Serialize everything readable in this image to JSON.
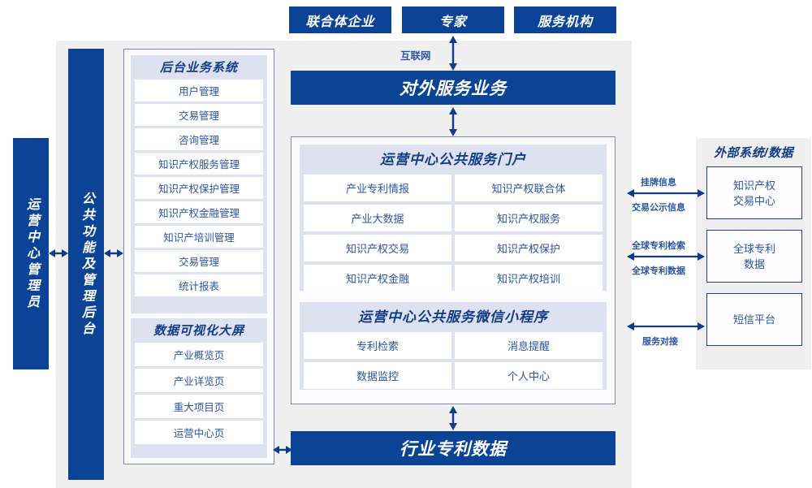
{
  "top_actors": [
    {
      "label": "联合体企业"
    },
    {
      "label": "专家"
    },
    {
      "label": "服务机构"
    }
  ],
  "connections": {
    "internet": "互联网",
    "external": [
      {
        "above": "挂牌信息",
        "below": "交易公示信息"
      },
      {
        "above": "全球专利检索",
        "below": "全球专利数据"
      },
      {
        "above": "",
        "below": "服务对接"
      }
    ]
  },
  "left_columns": [
    {
      "label": "运营中心管理员"
    },
    {
      "label": "公共功能及管理后台"
    }
  ],
  "modules": [
    {
      "title": "后台业务系统",
      "items": [
        "用户管理",
        "交易管理",
        "咨询管理",
        "知识产权服务管理",
        "知识产权保护管理",
        "知识产权金融管理",
        "知识产培训管理",
        "交易管理",
        "统计报表"
      ]
    },
    {
      "title": "数据可视化大屏",
      "items": [
        "产业概览页",
        "产业详览页",
        "重大项目页",
        "运营中心页"
      ]
    }
  ],
  "service_bar": "对外服务业务",
  "center_groups": [
    {
      "title": "运营中心公共服务门户",
      "items": [
        "产业专利情报",
        "知识产权联合体",
        "产业大数据",
        "知识产权服务",
        "知识产权交易",
        "知识产权保护",
        "知识产权金融",
        "知识产权培训"
      ]
    },
    {
      "title": "运营中心公共服务微信小程序",
      "items": [
        "专利检索",
        "消息提醒",
        "数据监控",
        "个人中心"
      ]
    }
  ],
  "bottom_bar": "行业专利数据",
  "external_panel": {
    "title": "外部系统/数据",
    "boxes": [
      "知识产权\n交易中心",
      "全球专利\n数据",
      "短信平台"
    ]
  },
  "colors": {
    "navy": "#0b4496",
    "panel_grey": "#efefef",
    "lavender": "#dde1f0",
    "text_blue": "#2b55a2",
    "title_blue": "#123c86",
    "frame_border": "#8086b5"
  }
}
